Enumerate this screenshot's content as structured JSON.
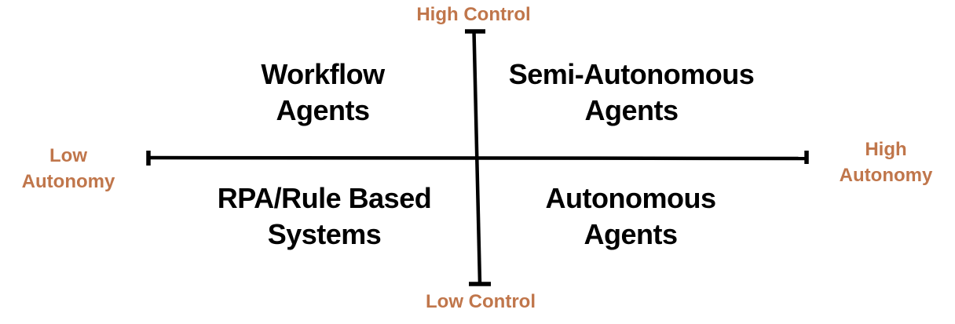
{
  "colors": {
    "accent": "#C0764B",
    "axis": "#000000",
    "quadrant_text": "#000000",
    "background": "#FFFFFF"
  },
  "axes": {
    "top_label": "High Control",
    "bottom_label": "Low Control",
    "left_label": "Low\nAutonomy",
    "right_label": "High\nAutonomy"
  },
  "quadrants": {
    "top_left": "Workflow\nAgents",
    "top_right": "Semi-Autonomous\nAgents",
    "bottom_left": "RPA/Rule Based\nSystems",
    "bottom_right": "Autonomous\nAgents"
  }
}
